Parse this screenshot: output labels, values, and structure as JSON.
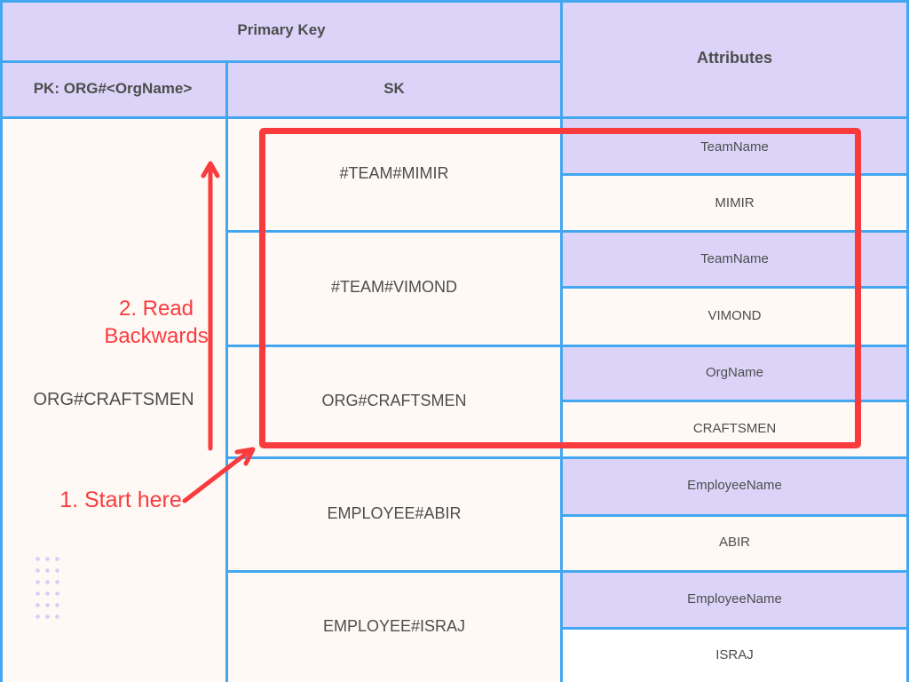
{
  "table": {
    "primary_key_header": "Primary Key",
    "partition_key_header": "PK: ORG#<OrgName>",
    "sort_key_header": "SK",
    "attributes_header": "Attributes",
    "partition_key_value": "ORG#CRAFTSMEN",
    "rows": [
      {
        "sk": "#TEAM#MIMIR",
        "attr_name": "TeamName",
        "attr_value": "MIMIR"
      },
      {
        "sk": "#TEAM#VIMOND",
        "attr_name": "TeamName",
        "attr_value": "VIMOND"
      },
      {
        "sk": "ORG#CRAFTSMEN",
        "attr_name": "OrgName",
        "attr_value": "CRAFTSMEN"
      },
      {
        "sk": "EMPLOYEE#ABIR",
        "attr_name": "EmployeeName",
        "attr_value": "ABIR"
      },
      {
        "sk": "EMPLOYEE#ISRAJ",
        "attr_name": "EmployeeName",
        "attr_value": "ISRAJ"
      }
    ]
  },
  "annotations": {
    "start_here": "1. Start here",
    "read_backwards_line1": "2. Read",
    "read_backwards_line2": "Backwards"
  },
  "colors": {
    "header_fill": "#dcd4f8",
    "body_fill": "#fff9f5",
    "grid_line": "#42a7f0",
    "annotation_red": "#f93b3e",
    "cell_text": "#4d4d4d"
  }
}
